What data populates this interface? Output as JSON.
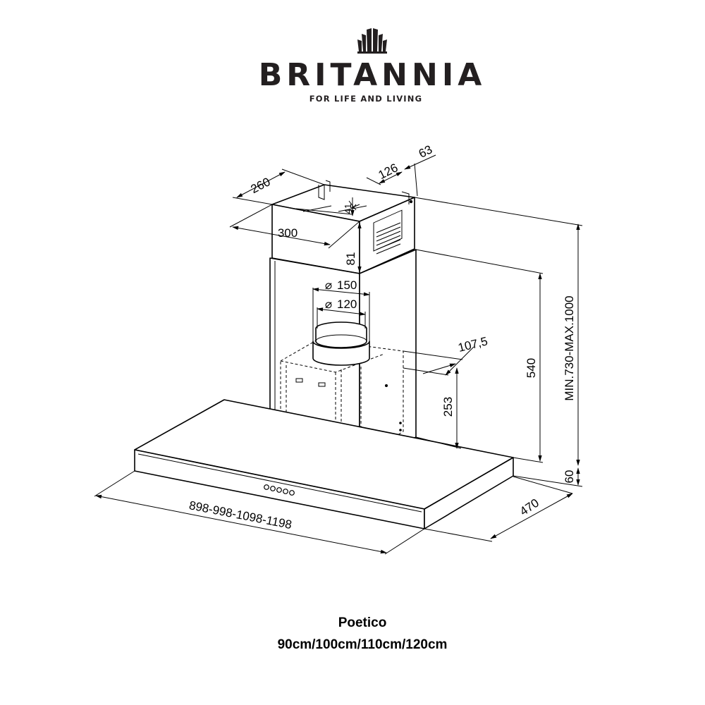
{
  "brand": {
    "name": "BRITANNIA",
    "tagline": "FOR LIFE AND LIVING"
  },
  "dimensions": {
    "d260": "260",
    "d126": "126",
    "d63": "63",
    "d300": "300",
    "d81": "81",
    "d41": "41",
    "d150": "150",
    "d120": "120",
    "d107": "107,5",
    "d253": "253",
    "d540": "540",
    "dtotal": "MIN.730-MAX.1000",
    "d60": "60",
    "d470": "470",
    "dwidth": "898-998-1098-1198"
  },
  "product": {
    "model": "Poetico",
    "sizes": "90cm/100cm/110cm/120cm"
  }
}
